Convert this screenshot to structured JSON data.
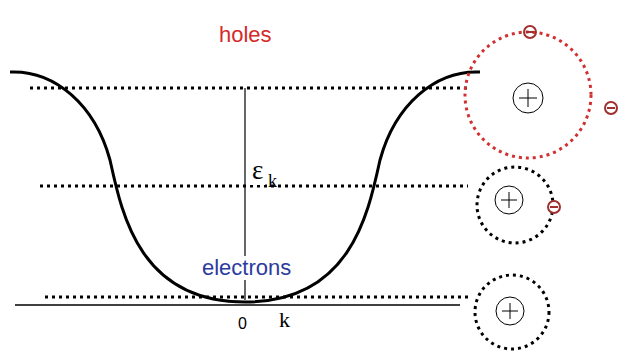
{
  "diagram": {
    "labels": [
      "holes",
      "ε",
      "k",
      "electrons",
      "0",
      "k"
    ]
  }
}
